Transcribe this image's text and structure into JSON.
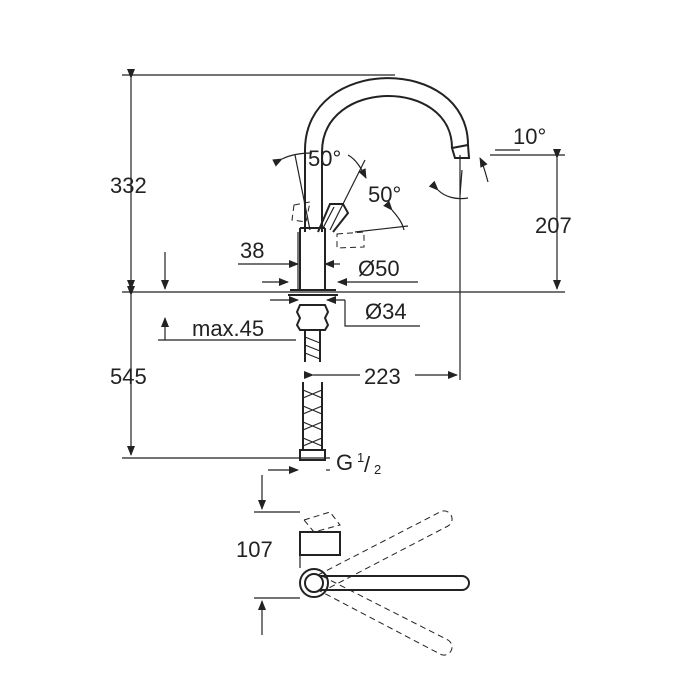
{
  "dimensions": {
    "height_top": "332",
    "height_bottom": "545",
    "spout_height": "207",
    "reach": "223",
    "lever_width": "38",
    "base_diameter": "Ø50",
    "hole_diameter": "Ø34",
    "max_thickness": "max.45",
    "angle_spout": "10°",
    "angle_lever_a": "50°",
    "angle_lever_b": "50°",
    "thread": "G",
    "thread_num": "1",
    "thread_den": "2",
    "plan_depth": "107"
  }
}
